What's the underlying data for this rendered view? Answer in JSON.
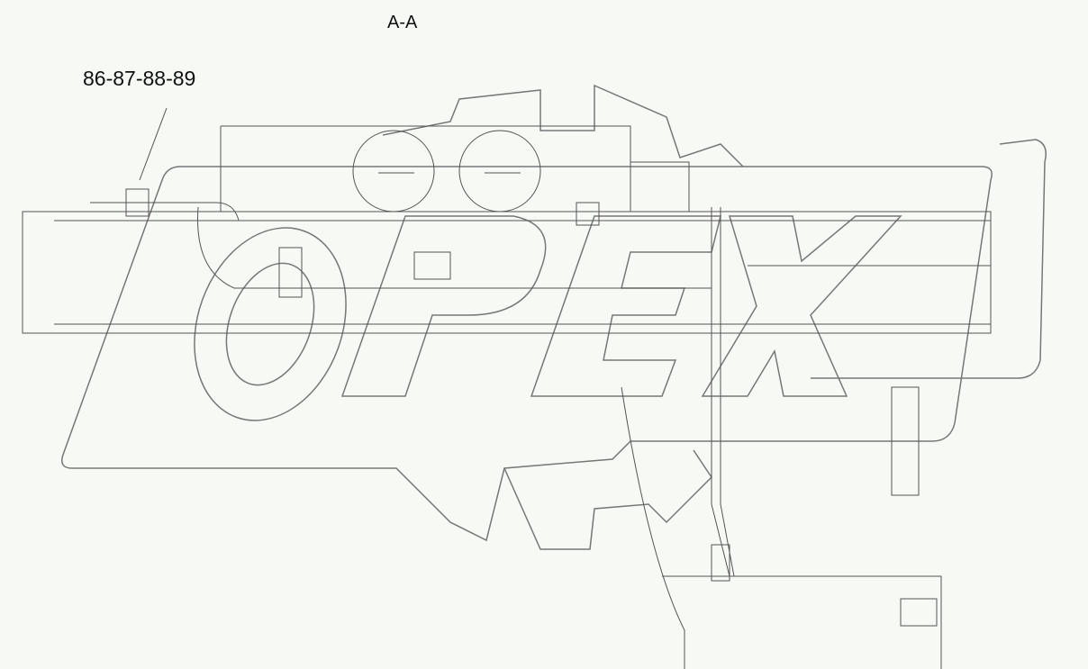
{
  "section_label": "A-A",
  "callout_label": "86-87-88-89",
  "watermark": "OPEX",
  "colors": {
    "background": "#f6f9f4",
    "line": "#555555",
    "watermark": "#777777"
  }
}
